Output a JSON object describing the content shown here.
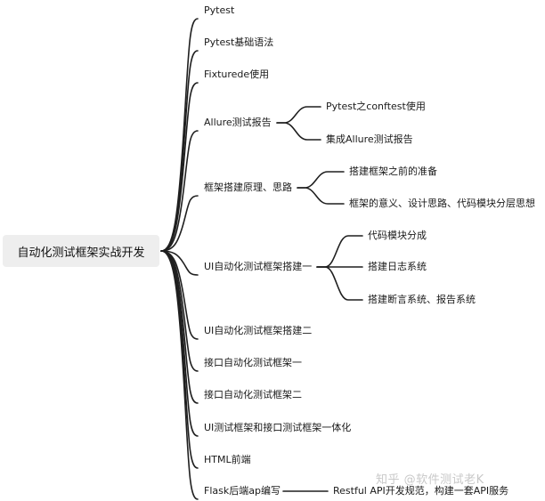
{
  "root": {
    "label": "自动化测试框架实战开发"
  },
  "topics": [
    {
      "label": "Pytest",
      "children": []
    },
    {
      "label": "Pytest基础语法",
      "children": []
    },
    {
      "label": "Fixturede使用",
      "children": []
    },
    {
      "label": "Allure测试报告",
      "children": [
        "Pytest之conftest使用",
        "集成Allure测试报告"
      ]
    },
    {
      "label": "框架搭建原理、思路",
      "children": [
        "搭建框架之前的准备",
        "框架的意义、设计思路、代码模块分层思想"
      ]
    },
    {
      "label": "UI自动化测试框架搭建一",
      "children": [
        "代码模块分成",
        "搭建日志系统",
        "搭建断言系统、报告系统"
      ]
    },
    {
      "label": "UI自动化测试框架搭建二",
      "children": []
    },
    {
      "label": "接口自动化测试框架一",
      "children": []
    },
    {
      "label": "接口自动化测试框架二",
      "children": []
    },
    {
      "label": "UI测试框架和接口测试框架一体化",
      "children": []
    },
    {
      "label": "HTML前端",
      "children": []
    },
    {
      "label": "Flask后端ap编写",
      "children": [
        "Restful API开发规范，构建一套API服务"
      ]
    }
  ],
  "watermark": "知乎 @软件测试老K"
}
